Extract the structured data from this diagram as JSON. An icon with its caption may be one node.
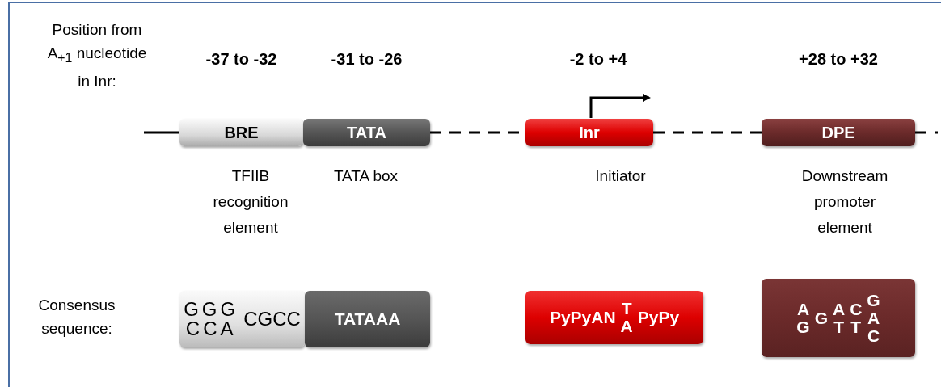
{
  "diagram": {
    "nodes": [
      {
        "text": [
          "BRE"
        ],
        "beside": [
          "-37 to -32",
          "TFIIB recognition element"
        ]
      },
      {
        "text": [
          "TATA"
        ],
        "beside": [
          "-31 to -26",
          "TATA box"
        ]
      },
      {
        "text": [
          "Inr"
        ],
        "beside": [
          "-2 to +4",
          "Initiator"
        ]
      },
      {
        "text": [
          "DPE"
        ],
        "beside": [
          "+28 to +32",
          "Downstream promoter element"
        ]
      },
      {
        "text": [
          "GGG CCA",
          "CGCC"
        ]
      },
      {
        "text": [
          "TATAAA"
        ]
      },
      {
        "text": [
          "PyPyAN",
          "T A",
          "PyPy"
        ]
      },
      {
        "text": [
          "A G",
          "G",
          "A T",
          "C T",
          "G A C"
        ]
      }
    ],
    "edges": [
      {
        "from": null,
        "to": 0,
        "arrow": "none"
      },
      {
        "from": 1,
        "to": 2,
        "arrow": "none",
        "style": "dashed"
      },
      {
        "from": 2,
        "to": 3,
        "arrow": "none",
        "style": "dashed"
      },
      {
        "from": 3,
        "to": null,
        "arrow": "none",
        "style": "dashed"
      }
    ],
    "labels": [
      "Position from A$_{+1}$ nucleotide in Inr:",
      "Consensus sequence:"
    ]
  }
}
